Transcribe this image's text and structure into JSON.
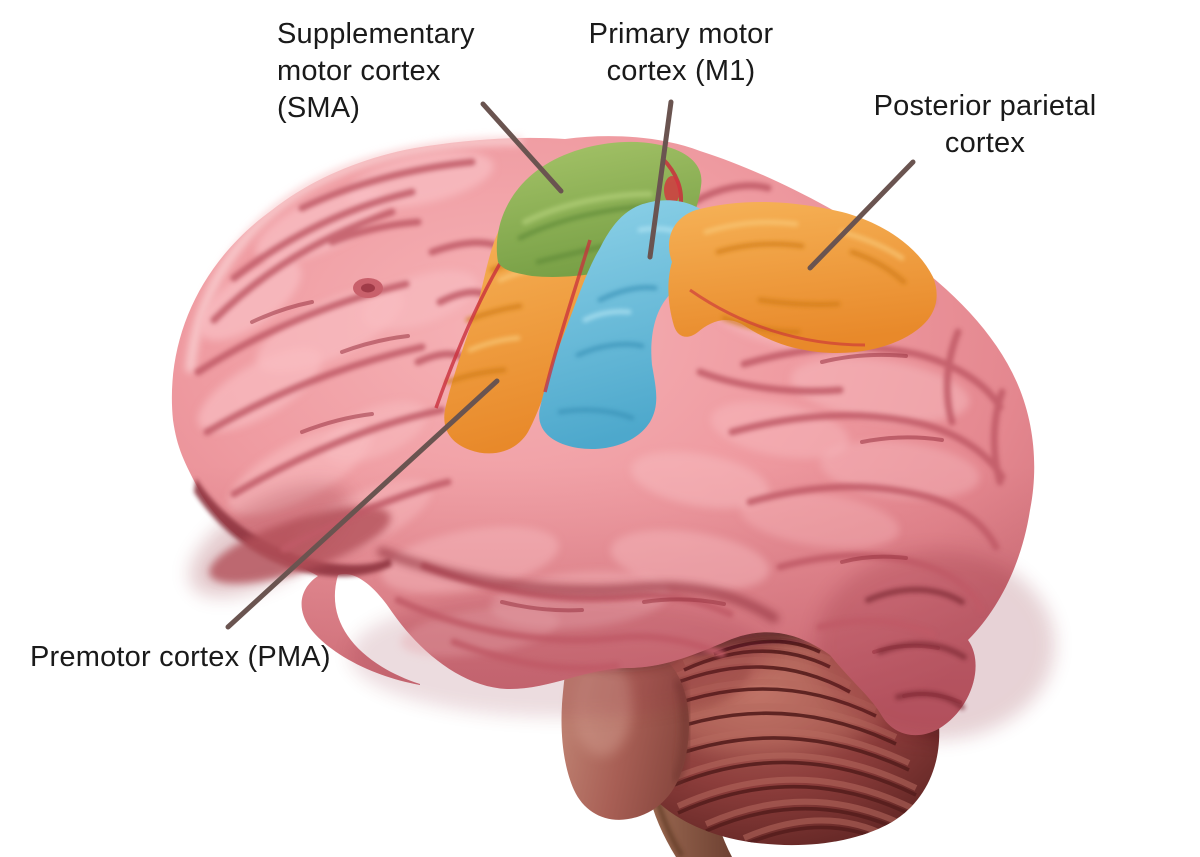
{
  "figure": {
    "background_color": "#ffffff",
    "label_text_color": "#1a1a1a",
    "leader_line_color": "#6a5450"
  },
  "labels": {
    "sma": {
      "text": "Supplementary motor cortex (SMA)",
      "lines": [
        "Supplementary",
        "motor cortex",
        "(SMA)"
      ]
    },
    "m1": {
      "text": "Primary motor cortex (M1)",
      "lines": [
        "Primary motor",
        "cortex (M1)"
      ]
    },
    "ppc": {
      "text": "Posterior parietal cortex",
      "lines": [
        "Posterior parietal",
        "cortex"
      ]
    },
    "pma": {
      "text": "Premotor cortex (PMA)",
      "lines": [
        "Premotor cortex (PMA)"
      ]
    }
  },
  "regions": [
    {
      "id": "sma",
      "name": "Supplementary motor cortex (SMA)",
      "highlight_color": "#8db350"
    },
    {
      "id": "m1",
      "name": "Primary motor cortex (M1)",
      "highlight_color": "#63bedd"
    },
    {
      "id": "pma",
      "name": "Premotor cortex (PMA)",
      "highlight_color": "#f09c37"
    },
    {
      "id": "ppc",
      "name": "Posterior parietal cortex",
      "highlight_color": "#f09c37"
    }
  ],
  "anatomy_colors": {
    "cerebrum_pink": "#ef9ba1",
    "sulci_shadow": "#b9505c",
    "cerebellum": "#9a4846",
    "brainstem": "#b3776b"
  }
}
